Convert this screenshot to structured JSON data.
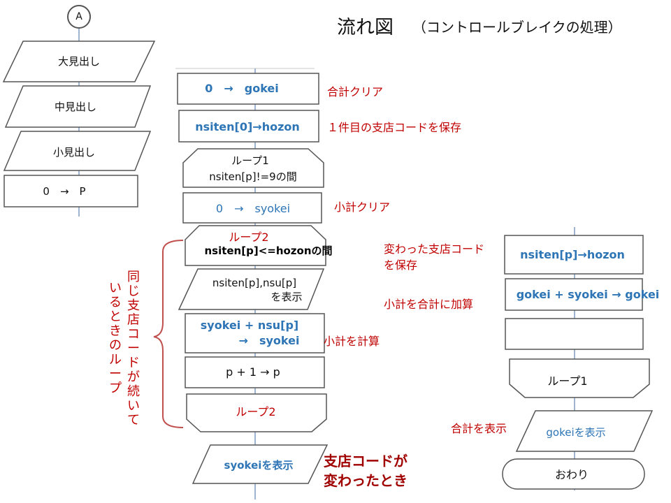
{
  "title": {
    "main": "流れ図",
    "sub": "（コントロールブレイクの処理）"
  },
  "colors": {
    "box_stroke": "#3b3b3b",
    "flow_line": "#9fb4d1",
    "annotation": "#c00000",
    "accent_text": "#2e75b6",
    "brace": "#c0504d",
    "dark_red": "#a00000"
  },
  "left_column": {
    "connector_label": "A",
    "shapes": [
      "大見出し",
      "中見出し",
      "小見出し"
    ],
    "process": "0　→　P"
  },
  "main_column": {
    "step1": "0　→　gokei",
    "step2": "nsiten[0]→hozon",
    "loop1_start": [
      "ループ1",
      "nsiten[p]!=9の間"
    ],
    "step3": "0　→　syokei",
    "loop2_start": [
      "ループ2",
      "nsiten[p]<=hozonの間"
    ],
    "output1": [
      "nsiten[p],nsu[p]",
      "を表示"
    ],
    "step4": [
      "syokei + nsu[p]",
      "→　syokei"
    ],
    "step5": "p + 1 → p",
    "loop2_end": "ループ2",
    "output2": "syokeiを表示"
  },
  "right_column": {
    "step1": "nsiten[p]→hozon",
    "step2": "gokei + syokei → gokei",
    "loop1_end": "ループ1",
    "output": "gokeiを表示",
    "terminal": "おわり"
  },
  "annotations": {
    "gokei_clear": "合計クリア",
    "save_first": "１件目の支店コードを保存",
    "syokei_clear": "小計クリア",
    "changed_save": [
      "変わった支店コード",
      "を保存"
    ],
    "add_total": "小計を合計に加算",
    "calc_subtotal": "小計を計算",
    "show_total": "合計を表示",
    "branch_changed": [
      "支店コードが",
      "変わったとき"
    ],
    "same_branch_loop": [
      "同じ支店コードが続いて",
      "いるときのループ"
    ]
  }
}
